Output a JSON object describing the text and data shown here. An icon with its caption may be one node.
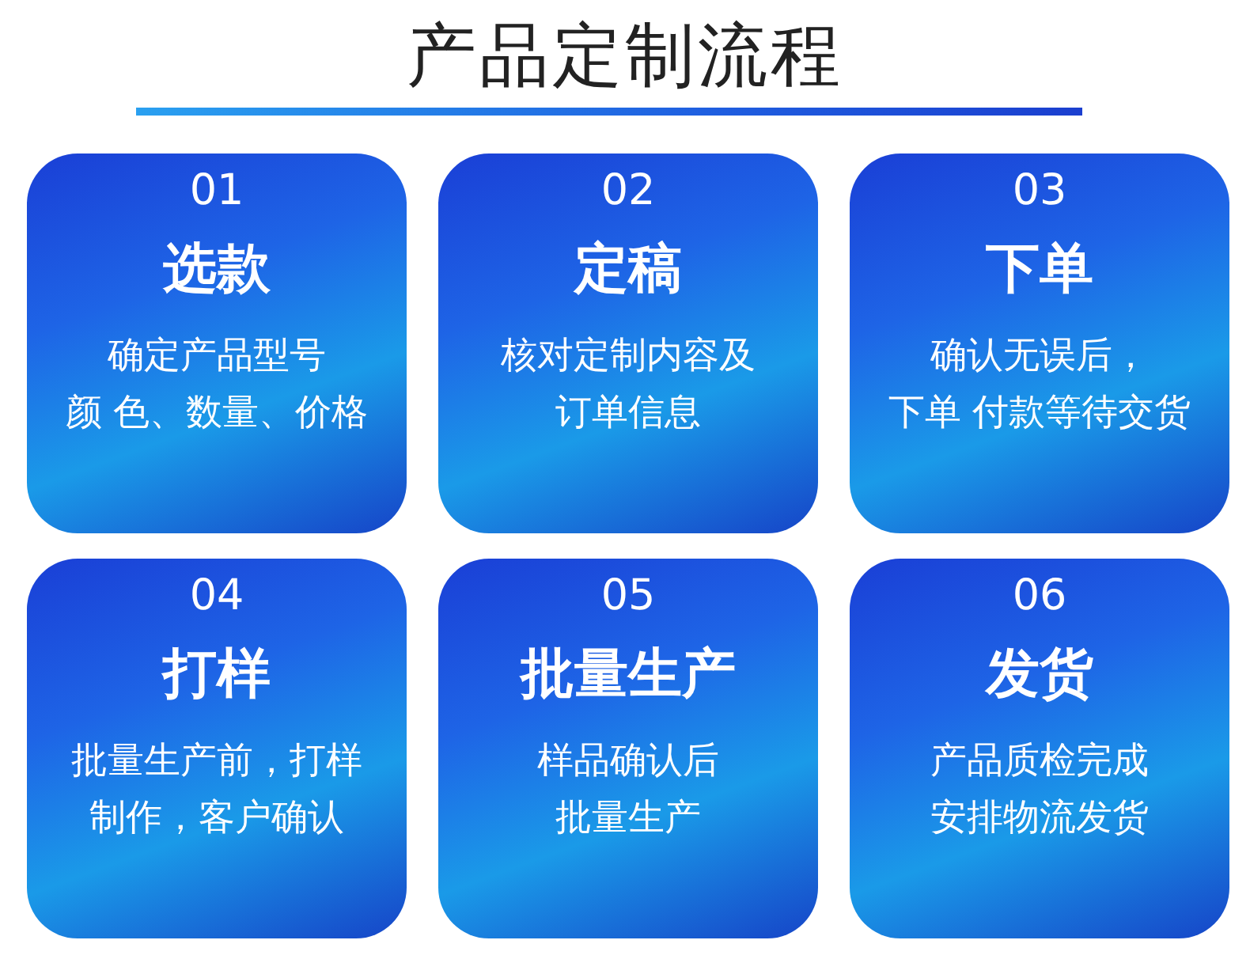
{
  "diagram": {
    "title": "产品定制流程",
    "nodes": [
      {
        "text": [
          "01",
          "选款",
          "确定产品型号颜 色、数量、价格"
        ]
      },
      {
        "text": [
          "02",
          "定稿",
          "核对定制内容及订单信息"
        ]
      },
      {
        "text": [
          "03",
          "下单",
          "确认无误后，下单 付款等待交货"
        ]
      },
      {
        "text": [
          "04",
          "打样",
          "批量生产前，打样制作，客户确认"
        ]
      },
      {
        "text": [
          "05",
          "批量生产",
          "样品确认后批量生产"
        ]
      },
      {
        "text": [
          "06",
          "发货",
          "产品质检完成安排物流发货"
        ]
      }
    ]
  }
}
